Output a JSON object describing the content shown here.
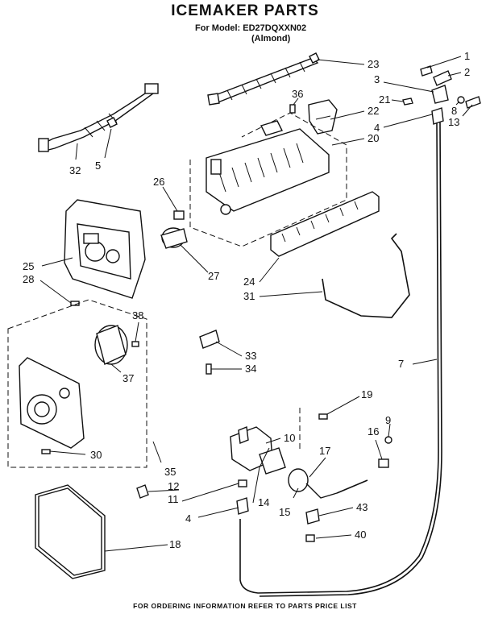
{
  "header": {
    "title": "ICEMAKER PARTS",
    "model_line": "For Model: ED27DQXXN02",
    "color_line": "(Almond)"
  },
  "footer": {
    "note": "FOR ORDERING INFORMATION REFER TO PARTS PRICE LIST"
  },
  "callouts": {
    "c1": "1",
    "c2": "2",
    "c3": "3",
    "c21": "21",
    "c8": "8",
    "c13": "13",
    "c4a": "4",
    "c23": "23",
    "c36": "36",
    "c22": "22",
    "c20": "20",
    "c26": "26",
    "c32": "32",
    "c5": "5",
    "c25": "25",
    "c28": "28",
    "c27": "27",
    "c24": "24",
    "c31": "31",
    "c38": "38",
    "c37": "37",
    "c33": "33",
    "c34": "34",
    "c7": "7",
    "c19": "19",
    "c30": "30",
    "c35": "35",
    "c10": "10",
    "c16": "16",
    "c9": "9",
    "c17": "17",
    "c12": "12",
    "c11": "11",
    "c14": "14",
    "c15": "15",
    "c43": "43",
    "c4b": "4",
    "c18": "18",
    "c40": "40"
  }
}
